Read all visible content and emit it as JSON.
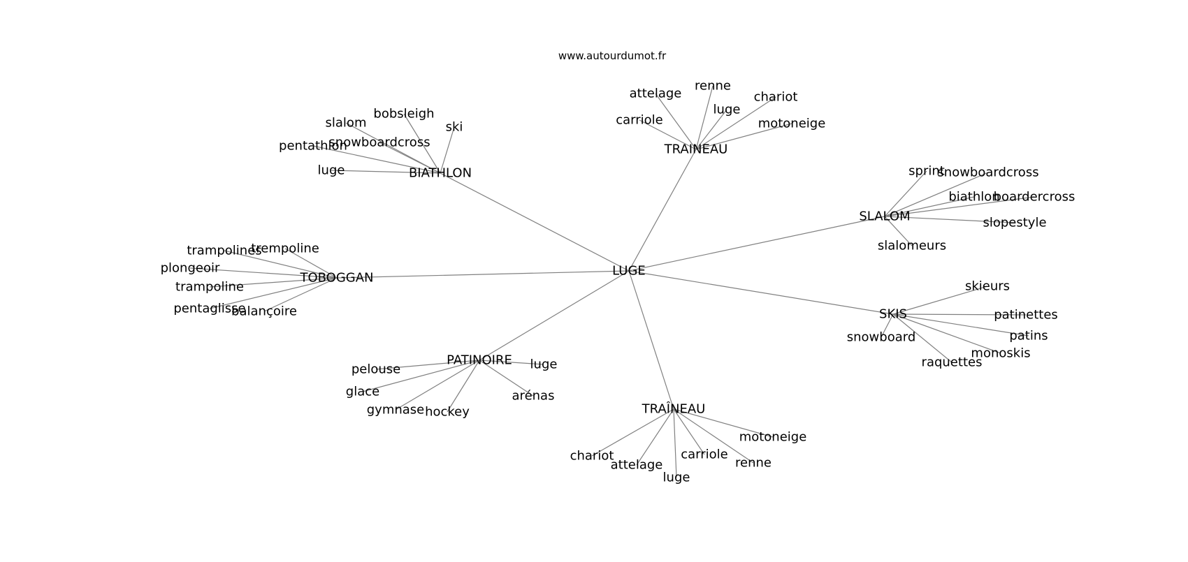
{
  "site_url": "www.autourdumot.fr",
  "graph": {
    "center": "LUGE",
    "hubs": [
      {
        "id": "biathlon",
        "label": "BIATHLON",
        "leaves": [
          "slalom",
          "bobsleigh",
          "ski",
          "pentathlon",
          "snowboardcross",
          "luge"
        ]
      },
      {
        "id": "traineau-1",
        "label": "TRAINEAU",
        "leaves": [
          "attelage",
          "renne",
          "chariot",
          "luge",
          "carriole",
          "motoneige"
        ]
      },
      {
        "id": "slalom",
        "label": "SLALOM",
        "leaves": [
          "sprint",
          "snowboardcross",
          "biathlon",
          "boardercross",
          "slopestyle",
          "slalomeurs"
        ]
      },
      {
        "id": "toboggan",
        "label": "TOBOGGAN",
        "leaves": [
          "trampolines",
          "trempoline",
          "plongeoir",
          "trampoline",
          "pentaglisse",
          "balançoire"
        ]
      },
      {
        "id": "skis",
        "label": "SKIS",
        "leaves": [
          "skieurs",
          "patinettes",
          "patins",
          "monoskis",
          "raquettes",
          "snowboard"
        ]
      },
      {
        "id": "patinoire",
        "label": "PATINOIRE",
        "leaves": [
          "pelouse",
          "luge",
          "glace",
          "arénas",
          "gymnase",
          "hockey"
        ]
      },
      {
        "id": "traineau-2",
        "label": "TRAÎNEAU",
        "leaves": [
          "motoneige",
          "chariot",
          "carriole",
          "attelage",
          "renne",
          "luge"
        ]
      }
    ]
  }
}
